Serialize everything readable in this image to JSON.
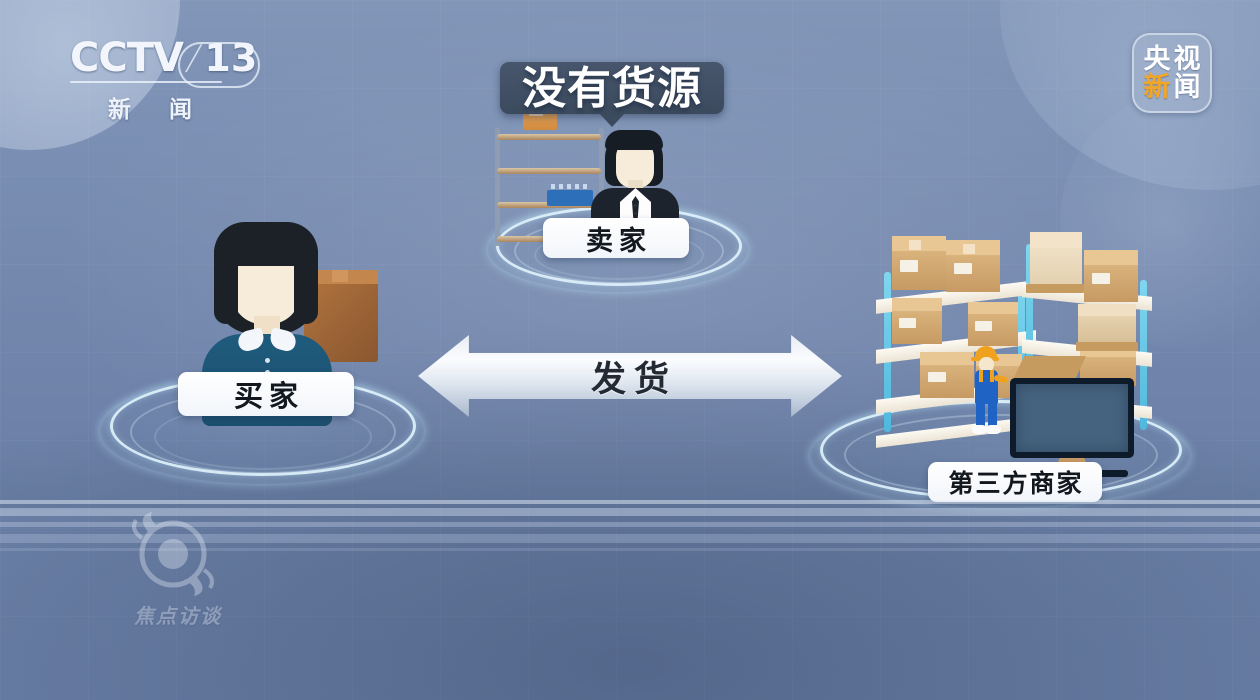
{
  "broadcaster": {
    "channel_logo": {
      "name": "cctv-13-logo",
      "word": "CCTV",
      "slash": "/",
      "number": "13",
      "subtitle": "新 闻"
    },
    "app_logo": {
      "name": "yangshi-news-logo",
      "line1": [
        "央",
        "视"
      ],
      "line2": [
        "新",
        "闻"
      ],
      "accent_color": "#f0a62a"
    },
    "program_watermark": {
      "name": "jiaodian-fangtan-watermark",
      "text": "焦点访谈"
    }
  },
  "diagram": {
    "title_bubble": {
      "text": "没有货源",
      "bg_color": "#3c4a5e",
      "text_color": "#ffffff"
    },
    "nodes": [
      {
        "id": "buyer",
        "label": "买家",
        "icon": "buyer-person-icon"
      },
      {
        "id": "seller",
        "label": "卖家",
        "icon": "seller-person-icon"
      },
      {
        "id": "third-party-merchant",
        "label": "第三方商家",
        "icon": "warehouse-icon"
      }
    ],
    "flow_arrow": {
      "label": "发货",
      "direction": "bidirectional",
      "from": "third-party-merchant",
      "to": "buyer"
    }
  },
  "theme": {
    "background_top": "#8296b8",
    "background_bottom": "#6a7fa6",
    "ring_glow": "#e0f3fc",
    "chip_bg": "#ffffff",
    "chip_text": "#13181f",
    "carton": "#d9b27c",
    "worker_blue": "#1f63c4",
    "helmet_orange": "#f0a21f"
  }
}
